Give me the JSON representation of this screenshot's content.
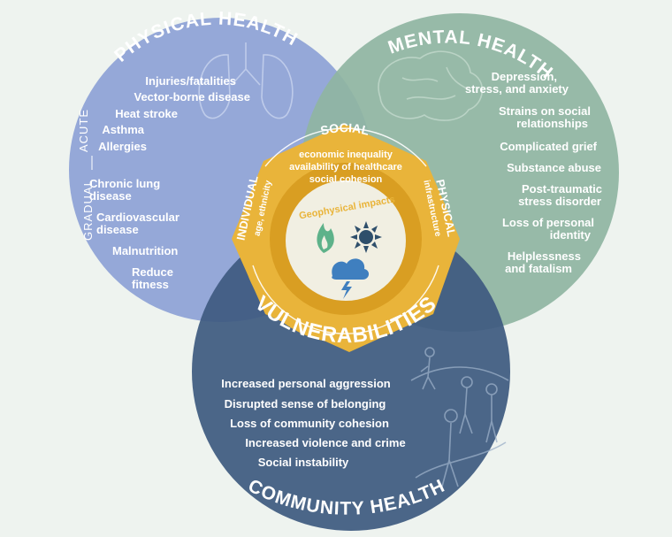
{
  "colors": {
    "background": "#eef3ef",
    "physical": "#8fa3d6",
    "mental": "#8fb5a2",
    "community": "#3e5a80",
    "vulnerabilities": "#e9b43a",
    "geophysical_center": "#f1efe2"
  },
  "physical_health": {
    "title": "PHYSICAL HEALTH",
    "acute_label": "ACUTE",
    "gradual_label": "GRADUAL",
    "acute_items": [
      "Injuries/fatalities",
      "Vector-borne disease",
      "Heat stroke",
      "Asthma",
      "Allergies"
    ],
    "gradual_items": [
      "Chronic lung",
      "disease",
      "Cardiovascular",
      "disease",
      "Malnutrition",
      "Reduce",
      "fitness"
    ],
    "icon": "lungs-icon"
  },
  "mental_health": {
    "title": "MENTAL HEALTH",
    "items": [
      "Depression,",
      "stress, and anxiety",
      "Strains on social",
      "relationships",
      "Complicated grief",
      "Substance abuse",
      "Post-traumatic",
      "stress disorder",
      "Loss of personal",
      "identity",
      "Helplessness",
      "and fatalism"
    ],
    "icon": "brain-icon"
  },
  "community_health": {
    "title": "COMMUNITY HEALTH",
    "items": [
      "Increased personal aggression",
      "Disrupted sense of belonging",
      "Loss of community cohesion",
      "Increased violence and crime",
      "Social instability"
    ],
    "icon": "people-walking-icon"
  },
  "vulnerabilities": {
    "title": "VULNERABILITIES",
    "social": {
      "title": "SOCIAL",
      "lines": [
        "economic inequality",
        "availability of healthcare",
        "social cohesion"
      ]
    },
    "individual": {
      "title": "INDIVIDUAL",
      "lines": [
        "age, ethnicity"
      ]
    },
    "physical": {
      "title": "PHYSICAL",
      "lines": [
        "infrastructure"
      ]
    }
  },
  "geophysical": {
    "title": "Geophysical impacts",
    "icons": [
      "fire-icon",
      "sun-icon",
      "storm-cloud-icon"
    ]
  }
}
